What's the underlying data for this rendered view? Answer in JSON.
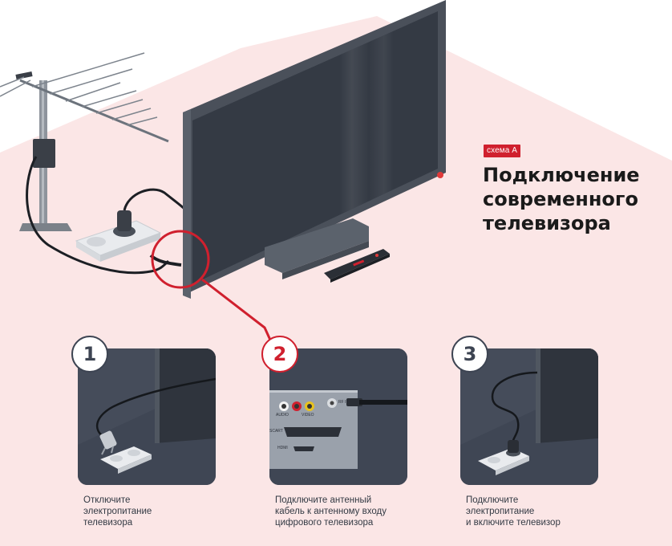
{
  "scheme_badge": "схема А",
  "title": "Подключение\nсовременного\nтелевизора",
  "steps": [
    {
      "number": "1",
      "caption": "Отключите\nэлектропитание\nтелевизора"
    },
    {
      "number": "2",
      "caption": "Подключите антенный\nкабель к антенному входу\nцифрового телевизора"
    },
    {
      "number": "3",
      "caption": "Подключите\nэлектропитание\nи включите телевизор"
    }
  ],
  "panel_labels": {
    "audio": "AUDIO",
    "video": "VIDEO",
    "rf_in": "RF IN",
    "scart": "SCART",
    "hdmi": "HDMI"
  },
  "colors": {
    "accent": "#d0202e",
    "dark": "#3d4452",
    "pink_bg": "#fbe6e6"
  }
}
